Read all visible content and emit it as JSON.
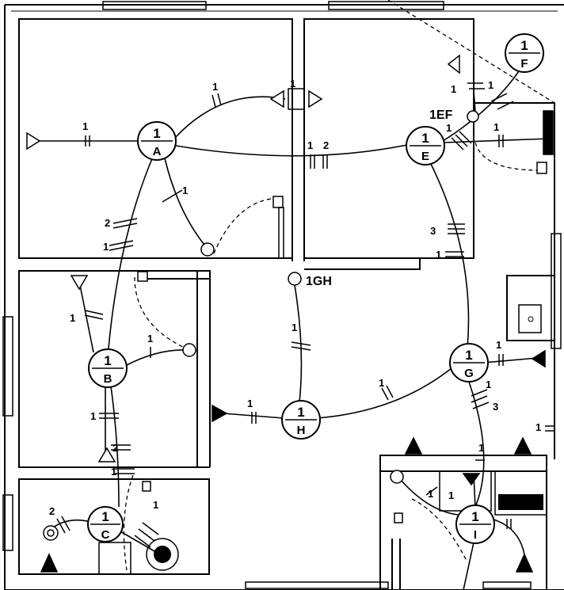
{
  "circuits": {
    "A": {
      "num": "1",
      "letter": "A"
    },
    "B": {
      "num": "1",
      "letter": "B"
    },
    "C": {
      "num": "1",
      "letter": "C"
    },
    "E": {
      "num": "1",
      "letter": "E"
    },
    "F": {
      "num": "1",
      "letter": "F"
    },
    "G": {
      "num": "1",
      "letter": "G"
    },
    "H": {
      "num": "1",
      "letter": "H"
    },
    "I": {
      "num": "1",
      "letter": "I"
    }
  },
  "labels": {
    "gh": "1GH",
    "ef": "1EF"
  },
  "conductor_marks": {
    "one": "1",
    "two": "2",
    "three": "3"
  },
  "colors": {
    "line": "#000000",
    "background": "#ffffff"
  }
}
